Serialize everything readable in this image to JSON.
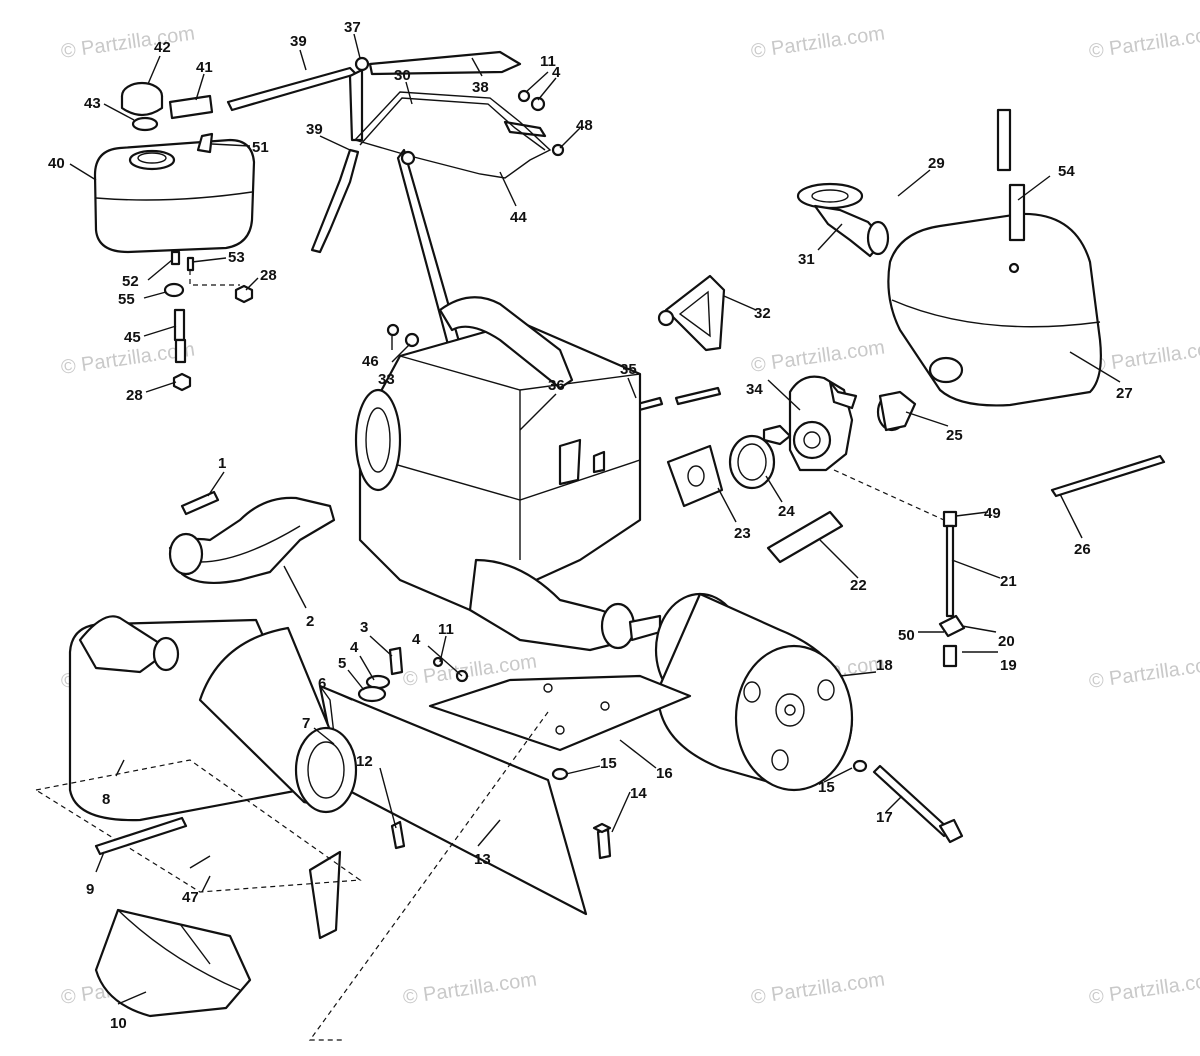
{
  "watermark": {
    "text": "© Partzilla.com",
    "color": "#c9c9c9"
  },
  "callouts": [
    {
      "id": "c1",
      "label": "1"
    },
    {
      "id": "c2",
      "label": "2"
    },
    {
      "id": "c3",
      "label": "3"
    },
    {
      "id": "c4a",
      "label": "4"
    },
    {
      "id": "c4b",
      "label": "4"
    },
    {
      "id": "c4c",
      "label": "4"
    },
    {
      "id": "c5",
      "label": "5"
    },
    {
      "id": "c6",
      "label": "6"
    },
    {
      "id": "c7",
      "label": "7"
    },
    {
      "id": "c8",
      "label": "8"
    },
    {
      "id": "c9",
      "label": "9"
    },
    {
      "id": "c10",
      "label": "10"
    },
    {
      "id": "c11a",
      "label": "11"
    },
    {
      "id": "c11b",
      "label": "11"
    },
    {
      "id": "c12",
      "label": "12"
    },
    {
      "id": "c13",
      "label": "13"
    },
    {
      "id": "c14",
      "label": "14"
    },
    {
      "id": "c15a",
      "label": "15"
    },
    {
      "id": "c15b",
      "label": "15"
    },
    {
      "id": "c16",
      "label": "16"
    },
    {
      "id": "c17",
      "label": "17"
    },
    {
      "id": "c18",
      "label": "18"
    },
    {
      "id": "c19",
      "label": "19"
    },
    {
      "id": "c20",
      "label": "20"
    },
    {
      "id": "c21",
      "label": "21"
    },
    {
      "id": "c22",
      "label": "22"
    },
    {
      "id": "c23",
      "label": "23"
    },
    {
      "id": "c24",
      "label": "24"
    },
    {
      "id": "c25",
      "label": "25"
    },
    {
      "id": "c26",
      "label": "26"
    },
    {
      "id": "c27",
      "label": "27"
    },
    {
      "id": "c28a",
      "label": "28"
    },
    {
      "id": "c28b",
      "label": "28"
    },
    {
      "id": "c29",
      "label": "29"
    },
    {
      "id": "c30",
      "label": "30"
    },
    {
      "id": "c31",
      "label": "31"
    },
    {
      "id": "c32",
      "label": "32"
    },
    {
      "id": "c33",
      "label": "33"
    },
    {
      "id": "c34",
      "label": "34"
    },
    {
      "id": "c35",
      "label": "35"
    },
    {
      "id": "c36",
      "label": "36"
    },
    {
      "id": "c37",
      "label": "37"
    },
    {
      "id": "c38",
      "label": "38"
    },
    {
      "id": "c39a",
      "label": "39"
    },
    {
      "id": "c39b",
      "label": "39"
    },
    {
      "id": "c40",
      "label": "40"
    },
    {
      "id": "c41",
      "label": "41"
    },
    {
      "id": "c42",
      "label": "42"
    },
    {
      "id": "c43",
      "label": "43"
    },
    {
      "id": "c44",
      "label": "44"
    },
    {
      "id": "c45",
      "label": "45"
    },
    {
      "id": "c46",
      "label": "46"
    },
    {
      "id": "c47",
      "label": "47"
    },
    {
      "id": "c48",
      "label": "48"
    },
    {
      "id": "c49",
      "label": "49"
    },
    {
      "id": "c50",
      "label": "50"
    },
    {
      "id": "c51",
      "label": "51"
    },
    {
      "id": "c52",
      "label": "52"
    },
    {
      "id": "c53",
      "label": "53"
    },
    {
      "id": "c54",
      "label": "54"
    },
    {
      "id": "c55",
      "label": "55"
    }
  ]
}
